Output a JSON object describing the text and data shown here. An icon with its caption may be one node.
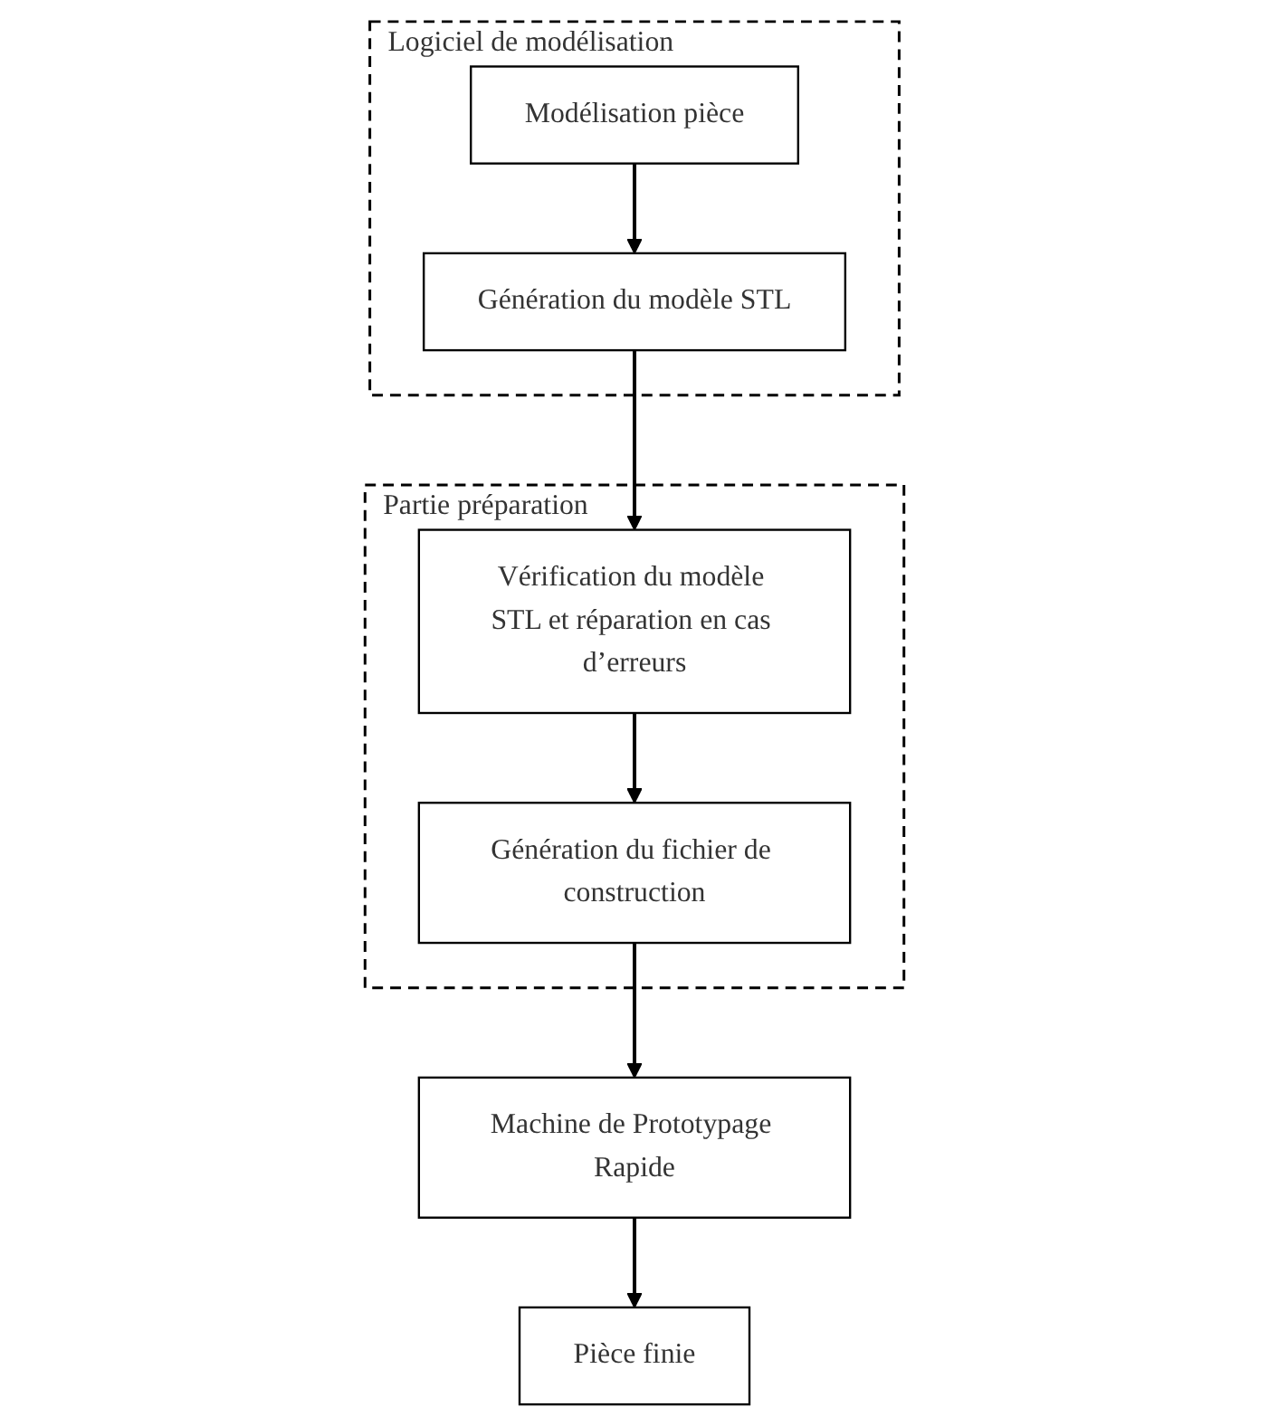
{
  "diagram": {
    "nodes": [
      {
        "text": [
          "Logiciel de modélisation"
        ]
      },
      {
        "text": [
          "Modélisation pièce"
        ],
        "in": 0
      },
      {
        "text": [
          "Génération du modèle STL"
        ],
        "in": 0
      },
      {
        "text": [
          "Partie préparation"
        ]
      },
      {
        "text": [
          "Vérification du modèle STL et réparation en cas d’erreurs"
        ],
        "in": 3
      },
      {
        "text": [
          "Génération du fichier de construction"
        ],
        "in": 3
      },
      {
        "text": [
          "Machine de Prototypage Rapide"
        ]
      },
      {
        "text": [
          "Pièce finie"
        ]
      }
    ],
    "edges": [
      {
        "from": 1,
        "to": 2,
        "arrow": "to"
      },
      {
        "from": 2,
        "to": 4,
        "arrow": "to"
      },
      {
        "from": 4,
        "to": 5,
        "arrow": "to"
      },
      {
        "from": 5,
        "to": 6,
        "arrow": "to"
      },
      {
        "from": 6,
        "to": 7,
        "arrow": "to"
      }
    ]
  }
}
